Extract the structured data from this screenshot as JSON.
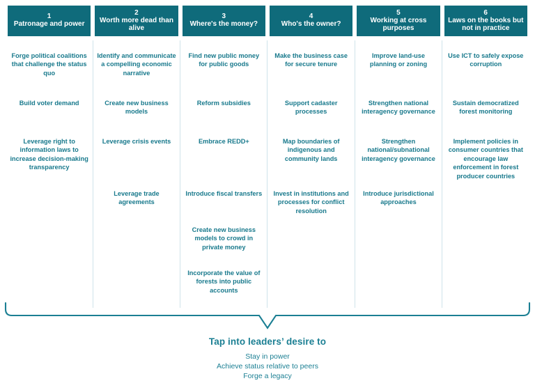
{
  "diagram": {
    "accent_color": "#0f6b7b",
    "text_color": "#18798c",
    "divider_color": "#cfe3ea",
    "columns": [
      {
        "number": "1",
        "title": "Patronage and power",
        "items": [
          "Forge political coalitions that challenge the status quo",
          "Build voter demand",
          "Leverage right to information laws to increase decision-making transparency"
        ]
      },
      {
        "number": "2",
        "title": "Worth more dead than alive",
        "items": [
          "Identify and communicate a compelling economic narrative",
          "Create new business models",
          "Leverage crisis events",
          "Leverage trade agreements"
        ]
      },
      {
        "number": "3",
        "title": "Where's the money?",
        "items": [
          "Find new public money for public goods",
          "Reform subsidies",
          "Embrace REDD+",
          "Introduce fiscal transfers",
          "Create new business models to crowd in private money",
          "Incorporate the value of forests into public accounts"
        ]
      },
      {
        "number": "4",
        "title": "Who's the owner?",
        "items": [
          "Make the business case for secure tenure",
          "Support cadaster processes",
          "Map boundaries of indigenous and community lands",
          "Invest in institutions and processes for conflict resolution"
        ]
      },
      {
        "number": "5",
        "title": "Working at cross purposes",
        "items": [
          "Improve land-use planning or zoning",
          "Strengthen national interagency governance",
          "Strengthen national/subnational interagency governance",
          "Introduce jurisdictional approaches"
        ]
      },
      {
        "number": "6",
        "title": "Laws on the books but not in practice",
        "items": [
          "Use ICT to safely expose corruption",
          "Sustain democratized forest monitoring",
          "Implement policies in consumer countries that encourage law enforcement in forest producer countries"
        ]
      }
    ]
  },
  "caption": {
    "title": "Tap into leaders’ desire to",
    "lines": [
      "Stay in power",
      "Achieve status relative to peers",
      "Forge a legacy"
    ]
  }
}
